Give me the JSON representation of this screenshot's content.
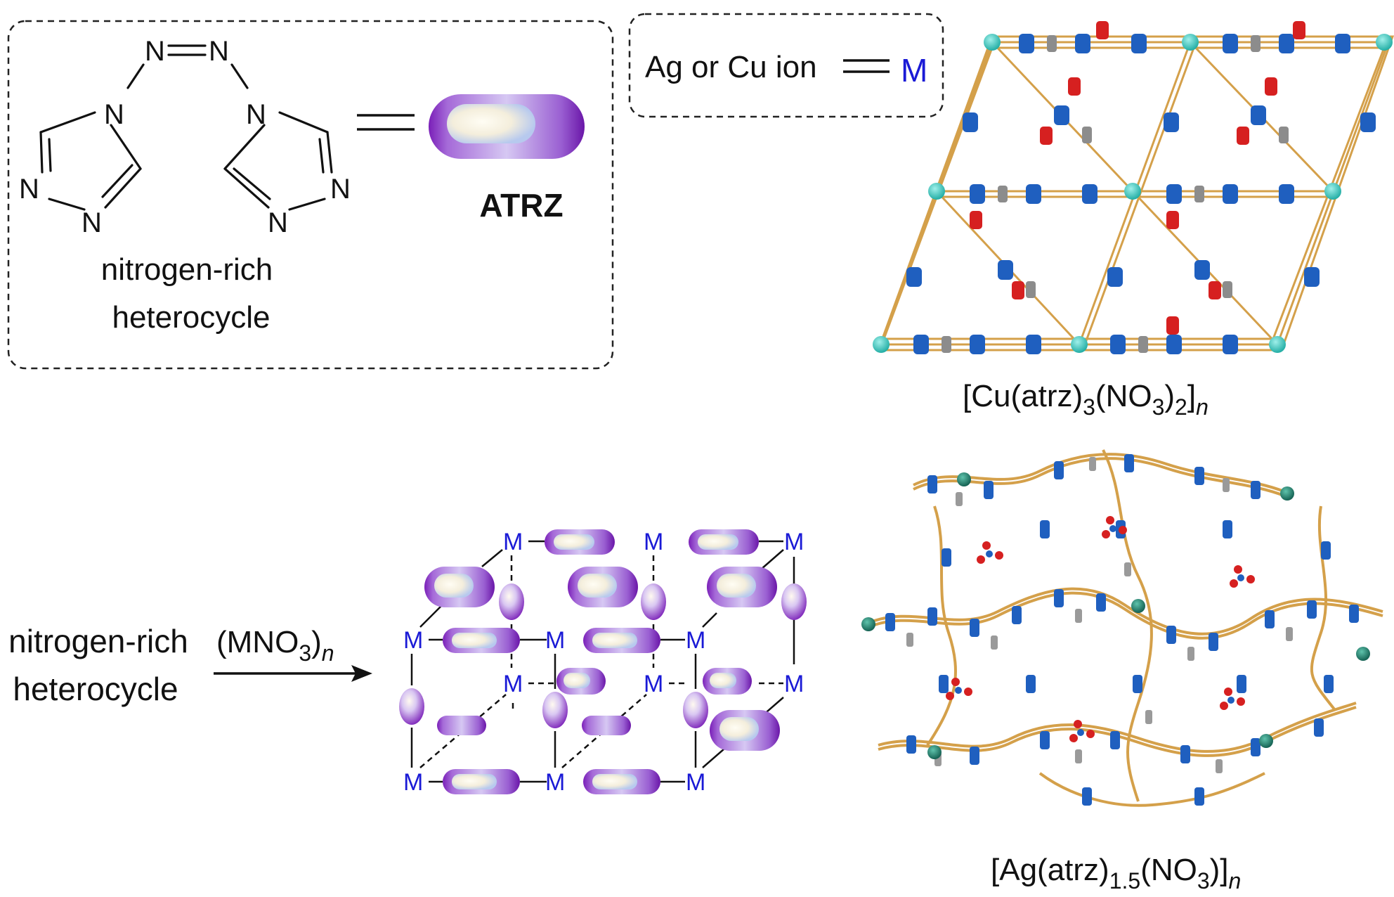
{
  "legend": {
    "atrz_label": "ATRZ",
    "heterocycle_line1": "nitrogen-rich",
    "heterocycle_line2": "heterocycle",
    "metal_text": "Ag or Cu ion",
    "metal_symbol": "M"
  },
  "structure_atoms": [
    "N",
    "N",
    "N",
    "N",
    "N",
    "N",
    "N",
    "N"
  ],
  "reaction": {
    "reactant_line1": "nitrogen-rich",
    "reactant_line2": "heterocycle",
    "reagent_main": "(MNO",
    "reagent_sub": "3",
    "reagent_close": ")",
    "reagent_sub2": "n"
  },
  "lattice": {
    "node_label": "M"
  },
  "cu_framework": {
    "formula_a": "[Cu(atrz)",
    "sub_a": "3",
    "formula_b": "(NO",
    "sub_b": "3",
    "formula_c": ")",
    "sub_c": "2",
    "formula_d": "]",
    "sub_d": "n"
  },
  "ag_framework": {
    "formula_a": "[Ag(atrz)",
    "sub_a": "1.5",
    "formula_b": "(NO",
    "sub_b": "3",
    "formula_c": ")]",
    "sub_c": "n"
  },
  "colors": {
    "capsule_purple": "#7a1fb8",
    "capsule_light": "#c9b3ef",
    "metal_label_blue": "#1a1ad6",
    "triazole_blue": "#1f5fbf",
    "tether_tan": "#d4a04a",
    "nitrate_red": "#d62020",
    "cu_node_cyan": "#3cc7c0",
    "ag_node_teal": "#1f7a6a"
  }
}
